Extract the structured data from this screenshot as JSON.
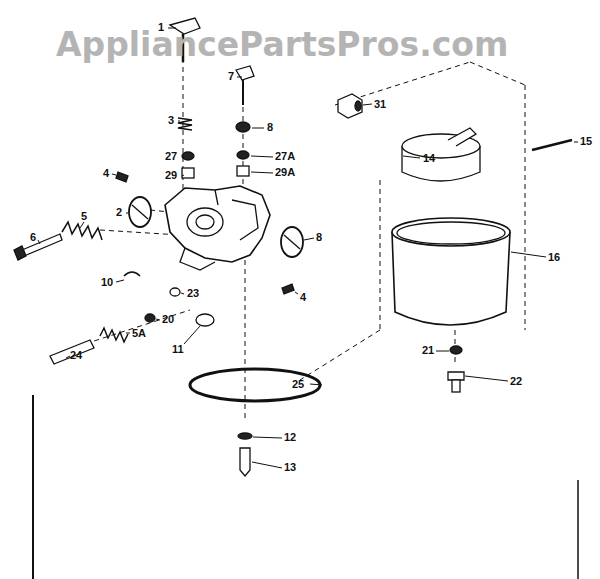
{
  "diagram": {
    "labels": [
      "AppliancePartsPros.com",
      "1",
      "7",
      "3",
      "8",
      "27",
      "27A",
      "29",
      "29A",
      "4",
      "2",
      "5",
      "6",
      "10",
      "23",
      "20",
      "5A",
      "24",
      "11",
      "31",
      "14",
      "15",
      "16",
      "21",
      "22",
      "25",
      "12",
      "13",
      "8",
      "4"
    ]
  }
}
